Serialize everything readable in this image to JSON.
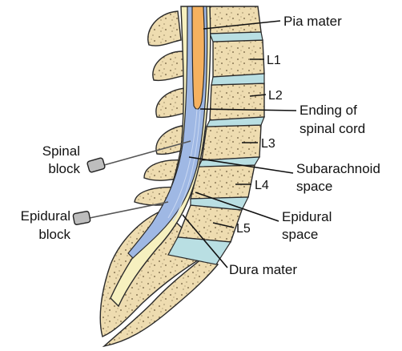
{
  "labels": {
    "pia_mater": "Pia mater",
    "ending_line1": "Ending of",
    "ending_line2": "spinal cord",
    "subarachnoid_line1": "Subarachnoid",
    "subarachnoid_line2": "space",
    "epidural_space_line1": "Epidural",
    "epidural_space_line2": "space",
    "dura_mater": "Dura mater",
    "spinal_block_line1": "Spinal",
    "spinal_block_line2": "block",
    "epidural_block_line1": "Epidural",
    "epidural_block_line2": "block"
  },
  "vertebrae": [
    "L1",
    "L2",
    "L3",
    "L4",
    "L5"
  ],
  "colors": {
    "bone": "#eedcb0",
    "bone_outline": "#2a2a2a",
    "disc": "#b9dfe3",
    "dura_sac": "#f6f0bf",
    "csf": "#9fb8e4",
    "spinal_cord": "#f5b15f",
    "needle": "#555555"
  }
}
